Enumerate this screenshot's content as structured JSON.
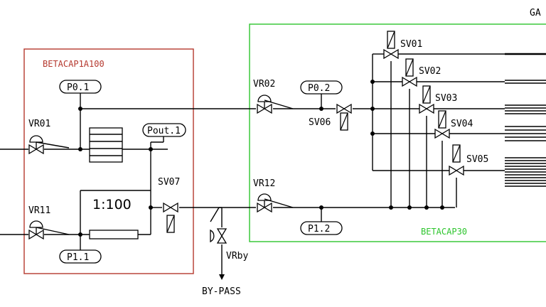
{
  "boxes": {
    "left_label": "BETACAP1A100",
    "right_label": "BETACAP30",
    "left_color": "#b5382e",
    "right_color": "#2ec52e"
  },
  "tags": {
    "p01": "P0.1",
    "p02": "P0.2",
    "pout1": "Pout.1",
    "p11": "P1.1",
    "p12": "P1.2"
  },
  "valves": {
    "vr01": "VR01",
    "vr11": "VR11",
    "vr02": "VR02",
    "vr12": "VR12",
    "vrby": "VRby",
    "sv01": "SV01",
    "sv02": "SV02",
    "sv03": "SV03",
    "sv04": "SV04",
    "sv05": "SV05",
    "sv06": "SV06",
    "sv07": "SV07"
  },
  "labels": {
    "ratio": "1:100",
    "bypass": "BY-PASS",
    "top_right": "GA"
  }
}
